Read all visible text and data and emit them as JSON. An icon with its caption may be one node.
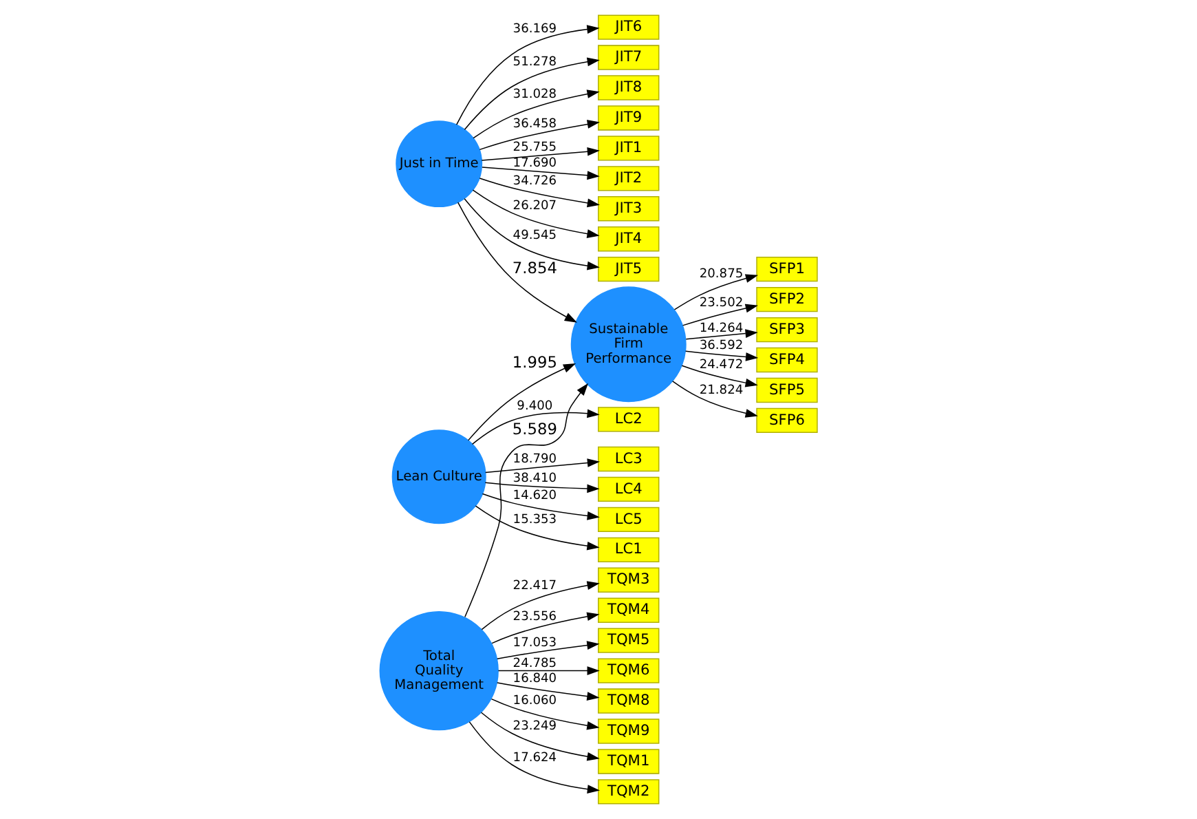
{
  "diagram": {
    "nodes": [
      {
        "text": [
          "Total Quality Management"
        ]
      },
      {
        "text": [
          "Just in Time"
        ]
      },
      {
        "text": [
          "Lean Culture"
        ]
      },
      {
        "text": [
          "Sustainable Firm Performance"
        ]
      },
      {
        "text": [
          "TQM1"
        ]
      },
      {
        "text": [
          "TQM2"
        ]
      },
      {
        "text": [
          "TQM3"
        ]
      },
      {
        "text": [
          "TQM4"
        ]
      },
      {
        "text": [
          "TQM5"
        ]
      },
      {
        "text": [
          "TQM6"
        ]
      },
      {
        "text": [
          "TQM8"
        ]
      },
      {
        "text": [
          "TQM9"
        ]
      },
      {
        "text": [
          "JIT1"
        ]
      },
      {
        "text": [
          "JIT2"
        ]
      },
      {
        "text": [
          "JIT3"
        ]
      },
      {
        "text": [
          "JIT4"
        ]
      },
      {
        "text": [
          "JIT5"
        ]
      },
      {
        "text": [
          "JIT6"
        ]
      },
      {
        "text": [
          "JIT7"
        ]
      },
      {
        "text": [
          "JIT8"
        ]
      },
      {
        "text": [
          "JIT9"
        ]
      },
      {
        "text": [
          "LC1"
        ]
      },
      {
        "text": [
          "LC2"
        ]
      },
      {
        "text": [
          "LC3"
        ]
      },
      {
        "text": [
          "LC4"
        ]
      },
      {
        "text": [
          "LC5"
        ]
      },
      {
        "text": [
          "SFP1"
        ]
      },
      {
        "text": [
          "SFP2"
        ]
      },
      {
        "text": [
          "SFP3"
        ]
      },
      {
        "text": [
          "SFP4"
        ]
      },
      {
        "text": [
          "SFP5"
        ]
      },
      {
        "text": [
          "SFP6"
        ]
      }
    ],
    "edges": [
      {
        "from": 0,
        "to": 4,
        "arrow": "to",
        "label": "23.249"
      },
      {
        "from": 0,
        "to": 5,
        "arrow": "to",
        "label": "17.624"
      },
      {
        "from": 0,
        "to": 6,
        "arrow": "to",
        "label": "22.417"
      },
      {
        "from": 0,
        "to": 7,
        "arrow": "to",
        "label": "23.556"
      },
      {
        "from": 0,
        "to": 8,
        "arrow": "to",
        "label": "17.053"
      },
      {
        "from": 0,
        "to": 9,
        "arrow": "to",
        "label": "24.785"
      },
      {
        "from": 0,
        "to": 10,
        "arrow": "to",
        "label": "16.840"
      },
      {
        "from": 0,
        "to": 11,
        "arrow": "to",
        "label": "16.060"
      },
      {
        "from": 1,
        "to": 12,
        "arrow": "to",
        "label": "25.755"
      },
      {
        "from": 1,
        "to": 13,
        "arrow": "to",
        "label": "17.690"
      },
      {
        "from": 1,
        "to": 14,
        "arrow": "to",
        "label": "34.726"
      },
      {
        "from": 1,
        "to": 15,
        "arrow": "to",
        "label": "26.207"
      },
      {
        "from": 1,
        "to": 16,
        "arrow": "to",
        "label": "49.545"
      },
      {
        "from": 1,
        "to": 17,
        "arrow": "to",
        "label": "36.169"
      },
      {
        "from": 1,
        "to": 18,
        "arrow": "to",
        "label": "51.278"
      },
      {
        "from": 1,
        "to": 19,
        "arrow": "to",
        "label": "31.028"
      },
      {
        "from": 1,
        "to": 20,
        "arrow": "to",
        "label": "36.458"
      },
      {
        "from": 2,
        "to": 21,
        "arrow": "to",
        "label": "15.353"
      },
      {
        "from": 2,
        "to": 22,
        "arrow": "to",
        "label": "9.400"
      },
      {
        "from": 2,
        "to": 23,
        "arrow": "to",
        "label": "18.790"
      },
      {
        "from": 2,
        "to": 24,
        "arrow": "to",
        "label": "38.410"
      },
      {
        "from": 2,
        "to": 25,
        "arrow": "to",
        "label": "14.620"
      },
      {
        "from": 3,
        "to": 26,
        "arrow": "to",
        "label": "20.875"
      },
      {
        "from": 3,
        "to": 27,
        "arrow": "to",
        "label": "23.502"
      },
      {
        "from": 3,
        "to": 28,
        "arrow": "to",
        "label": "14.264"
      },
      {
        "from": 3,
        "to": 29,
        "arrow": "to",
        "label": "36.592"
      },
      {
        "from": 3,
        "to": 30,
        "arrow": "to",
        "label": "24.472"
      },
      {
        "from": 3,
        "to": 31,
        "arrow": "to",
        "label": "21.824"
      },
      {
        "from": 0,
        "to": 3,
        "arrow": "to",
        "label": "5.589"
      },
      {
        "from": 1,
        "to": 3,
        "arrow": "to",
        "label": "7.854"
      },
      {
        "from": 2,
        "to": 3,
        "arrow": "to",
        "label": "1.995"
      }
    ]
  }
}
